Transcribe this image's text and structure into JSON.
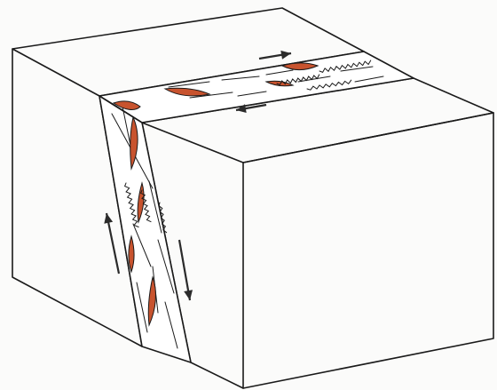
{
  "diagram": {
    "style": "block diagram, line drawing",
    "colors": {
      "outline": "#1a1a1a",
      "vein_fill": "#c8532e",
      "paper": "#fbfbfa",
      "shading": "#2b2b2b"
    },
    "elements": {
      "blocks": [
        "left-block",
        "right-block"
      ],
      "fault_zone": "shear-zone",
      "sense_of_shear_arrows": [
        "arrow-top-upper",
        "arrow-top-lower",
        "arrow-left-up",
        "arrow-right-down"
      ],
      "features": [
        "en-echelon-veins",
        "stylolite-seams"
      ]
    }
  }
}
